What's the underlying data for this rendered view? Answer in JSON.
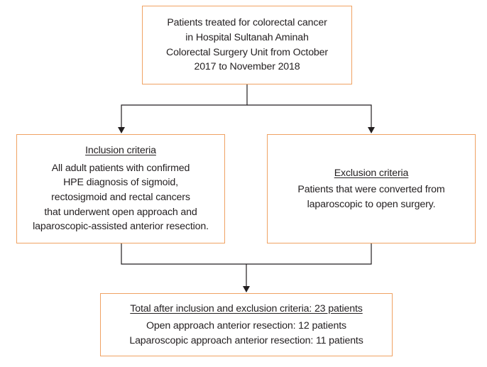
{
  "flowchart": {
    "top_box": {
      "lines": [
        "Patients treated for colorectal cancer",
        "in Hospital Sultanah Aminah",
        "Colorectal Surgery Unit from October",
        "2017 to November 2018"
      ]
    },
    "inclusion_box": {
      "title": "Inclusion criteria",
      "lines": [
        "All adult patients with confirmed",
        "HPE diagnosis of sigmoid,",
        "rectosigmoid and rectal cancers",
        "that underwent open approach and",
        "laparoscopic-assisted anterior resection."
      ]
    },
    "exclusion_box": {
      "title": "Exclusion criteria",
      "lines": [
        "Patients that were converted from",
        "laparoscopic to open surgery."
      ]
    },
    "total_box": {
      "title": "Total after inclusion and exclusion criteria: 23 patients",
      "lines": [
        "Open approach anterior resection: 12 patients",
        "Laparoscopic approach anterior resection: 11 patients"
      ]
    }
  },
  "colors": {
    "box_border": "#f0a263",
    "connector": "#231f20",
    "text": "#231f20"
  }
}
